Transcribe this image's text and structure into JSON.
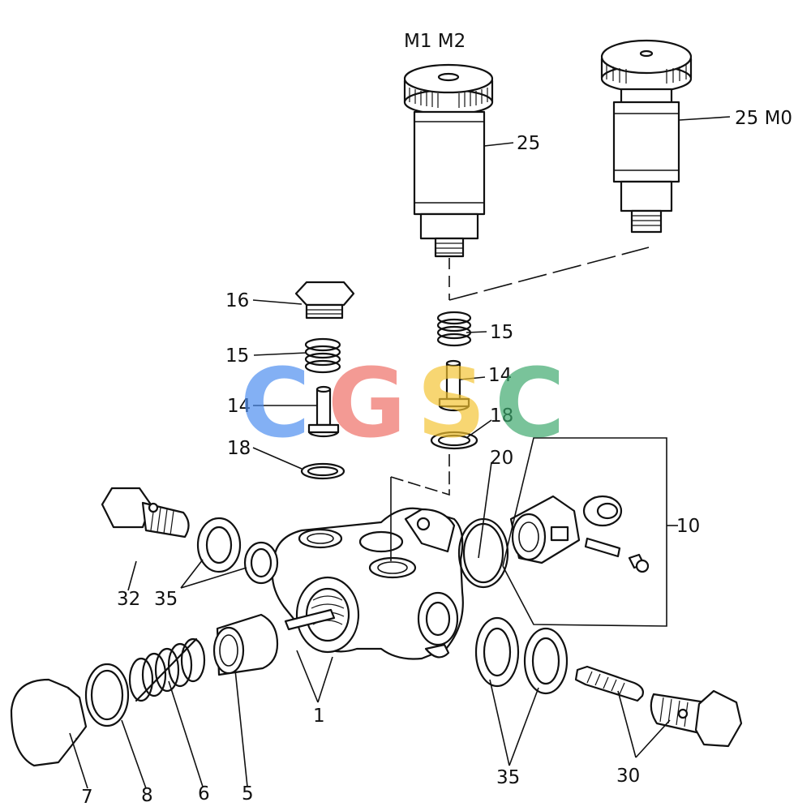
{
  "labels": {
    "m1m2": "M1 M2",
    "p25": "25",
    "p25m0": "25 M0",
    "p16": "16",
    "p15_left": "15",
    "p15_right": "15",
    "p14_left": "14",
    "p14_right": "14",
    "p18_left": "18",
    "p18_right": "18",
    "p20": "20",
    "p10": "10",
    "p32": "32",
    "p35_left": "35",
    "p35_bottom": "35",
    "p1": "1",
    "p7": "7",
    "p8": "8",
    "p6": "6",
    "p5": "5",
    "p30": "30"
  },
  "watermark": {
    "letters": [
      "C",
      "G",
      "S",
      "C"
    ],
    "colors": [
      "#4a8cf0",
      "#ee6b62",
      "#f4c430",
      "#3aa86b"
    ]
  }
}
